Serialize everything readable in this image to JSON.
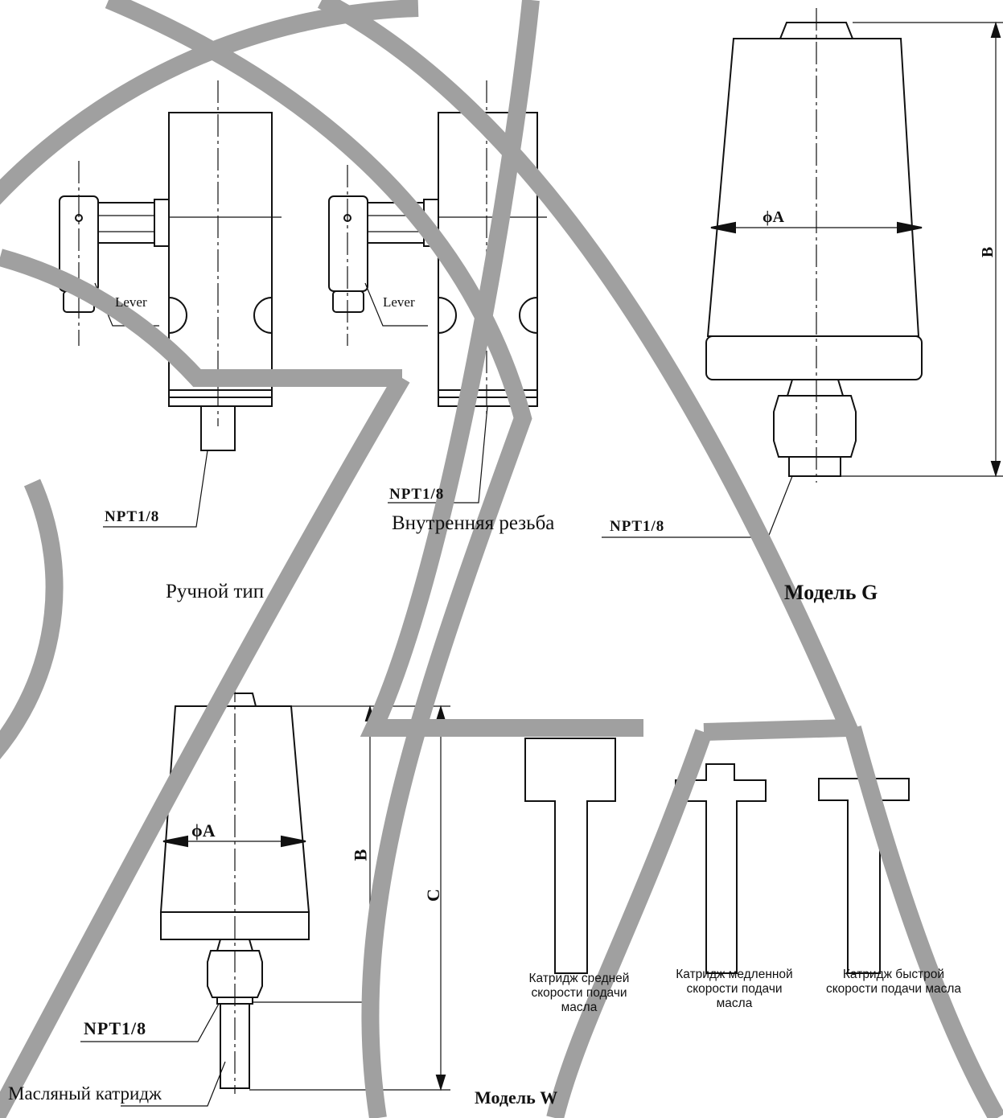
{
  "labels": {
    "lever_1": "Lever",
    "lever_2": "Lever",
    "npt_manual": "NPT1/8",
    "npt_internal": "NPT1/8",
    "npt_model_g": "NPT1/8",
    "npt_model_w": "NPT1/8",
    "internal_thread": "Внутренняя резьба",
    "manual_type": "Ручной тип",
    "model_g": "Модель G",
    "model_w": "Модель W",
    "oil_cartridge": "Масляный катридж",
    "dim_phi_a_g": "ϕA",
    "dim_b_g": "B",
    "dim_phi_a_w": "ϕA",
    "dim_b_w": "B",
    "dim_c_w": "C",
    "cartridge_medium": "Катридж средней скорости подачи масла",
    "cartridge_slow": "Катридж медленной скорости подачи масла",
    "cartridge_fast": "Катридж быстрой скорости подачи масла"
  }
}
